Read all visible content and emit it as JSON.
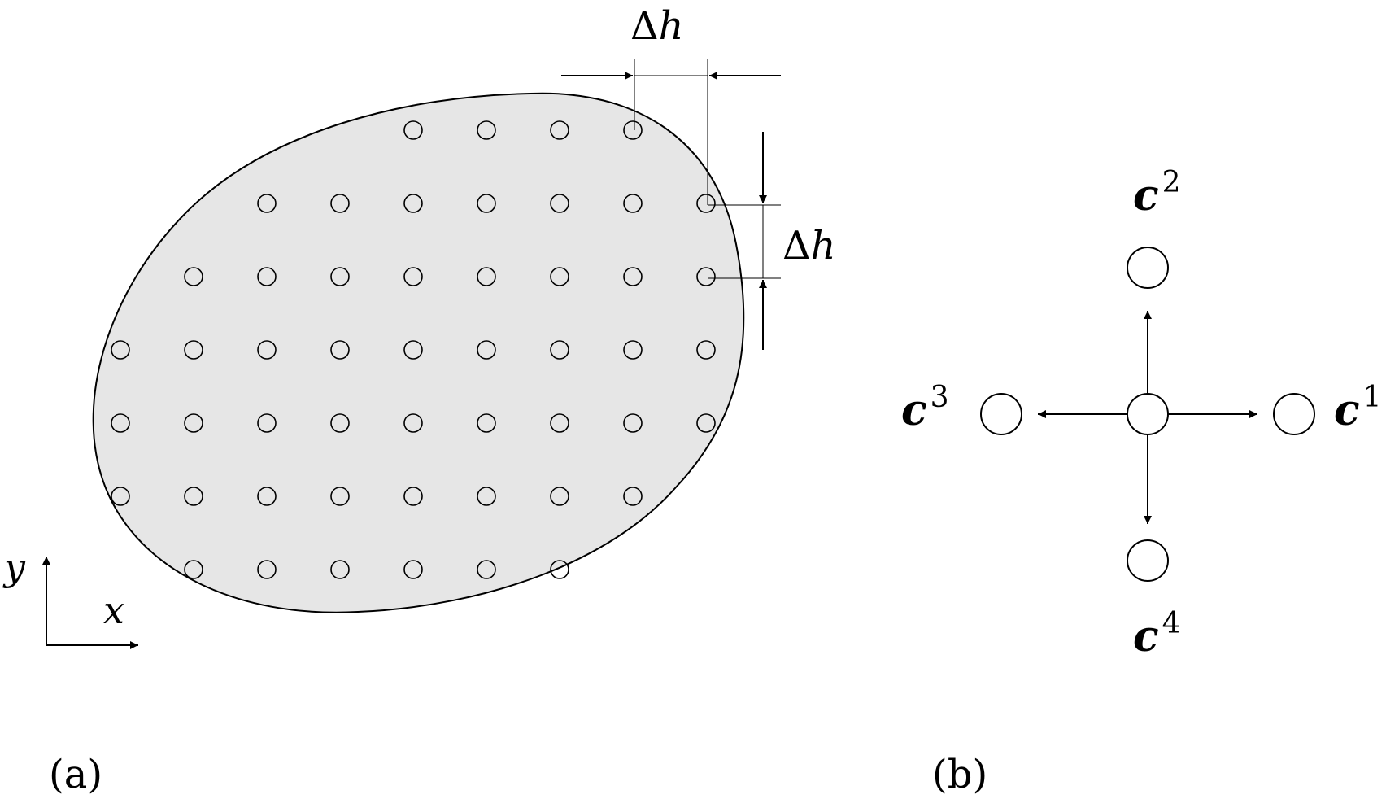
{
  "panel_a": {
    "caption": "(a)",
    "spacing_label_top": {
      "delta": "Δ",
      "var": "h"
    },
    "spacing_label_side": {
      "delta": "Δ",
      "var": "h"
    },
    "axes": {
      "x_label": "x",
      "y_label": "y"
    },
    "lattice_rows": [
      {
        "row": 0,
        "cols": [
          4,
          5,
          6,
          7
        ]
      },
      {
        "row": 1,
        "cols": [
          2,
          3,
          4,
          5,
          6,
          7,
          8
        ]
      },
      {
        "row": 2,
        "cols": [
          1,
          2,
          3,
          4,
          5,
          6,
          7,
          8
        ]
      },
      {
        "row": 3,
        "cols": [
          0,
          1,
          2,
          3,
          4,
          5,
          6,
          7,
          8
        ]
      },
      {
        "row": 4,
        "cols": [
          0,
          1,
          2,
          3,
          4,
          5,
          6,
          7,
          8
        ]
      },
      {
        "row": 5,
        "cols": [
          0,
          1,
          2,
          3,
          4,
          5,
          6,
          7
        ]
      },
      {
        "row": 6,
        "cols": [
          1,
          2,
          3,
          4,
          5,
          6
        ]
      }
    ],
    "domain_fill": "#e6e6e6"
  },
  "panel_b": {
    "caption": "(b)",
    "vectors": [
      {
        "id": "c1",
        "base": "c",
        "sup": "1",
        "direction": "right"
      },
      {
        "id": "c2",
        "base": "c",
        "sup": "2",
        "direction": "up"
      },
      {
        "id": "c3",
        "base": "c",
        "sup": "3",
        "direction": "left"
      },
      {
        "id": "c4",
        "base": "c",
        "sup": "4",
        "direction": "down"
      }
    ]
  }
}
